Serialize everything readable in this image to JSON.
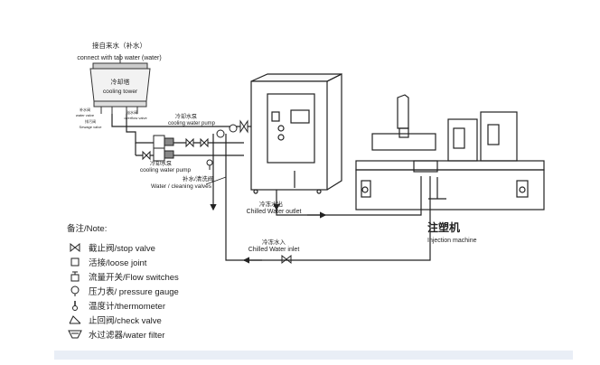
{
  "tower": {
    "top_label_cn": "接自来水（补水）",
    "top_label_en": "connect with tap water (water)",
    "name_cn": "冷却塔",
    "name_en": "cooling tower",
    "small_left_cn": "补水阀",
    "small_left_en": "water valve",
    "small_left2_cn": "排污阀",
    "small_left2_en": "Sewage valve",
    "small_right_cn": "溢水阀",
    "small_right_en": "overflow valve"
  },
  "pumps": {
    "pump1_cn": "冷却水泵",
    "pump1_en": "cooling water pump",
    "pump2_cn": "冷却水泵",
    "pump2_en": "cooling water pump"
  },
  "valves_label": {
    "cn": "补水/清洗阀",
    "en": "Water / cleaning valves"
  },
  "outlet": {
    "cn": "冷冻水出",
    "en": "Chilled Water outlet"
  },
  "inlet": {
    "cn": "冷冻水入",
    "en": "Chilled Water inlet"
  },
  "injection": {
    "cn": "注塑机",
    "en": "Injection machine"
  },
  "legend": {
    "title": "备注/Note:",
    "items": [
      {
        "icon": "stop-valve-icon",
        "text": "截止阀/stop valve"
      },
      {
        "icon": "loose-joint-icon",
        "text": "活接/loose joint"
      },
      {
        "icon": "flow-switch-icon",
        "text": "流量开关/Flow switches"
      },
      {
        "icon": "pressure-gauge-icon",
        "text": "压力表/ pressure gauge"
      },
      {
        "icon": "thermometer-icon",
        "text": "温度计/thermometer"
      },
      {
        "icon": "check-valve-icon",
        "text": "止回阀/check valve"
      },
      {
        "icon": "water-filter-icon",
        "text": "水过滤器/water filter"
      }
    ]
  }
}
